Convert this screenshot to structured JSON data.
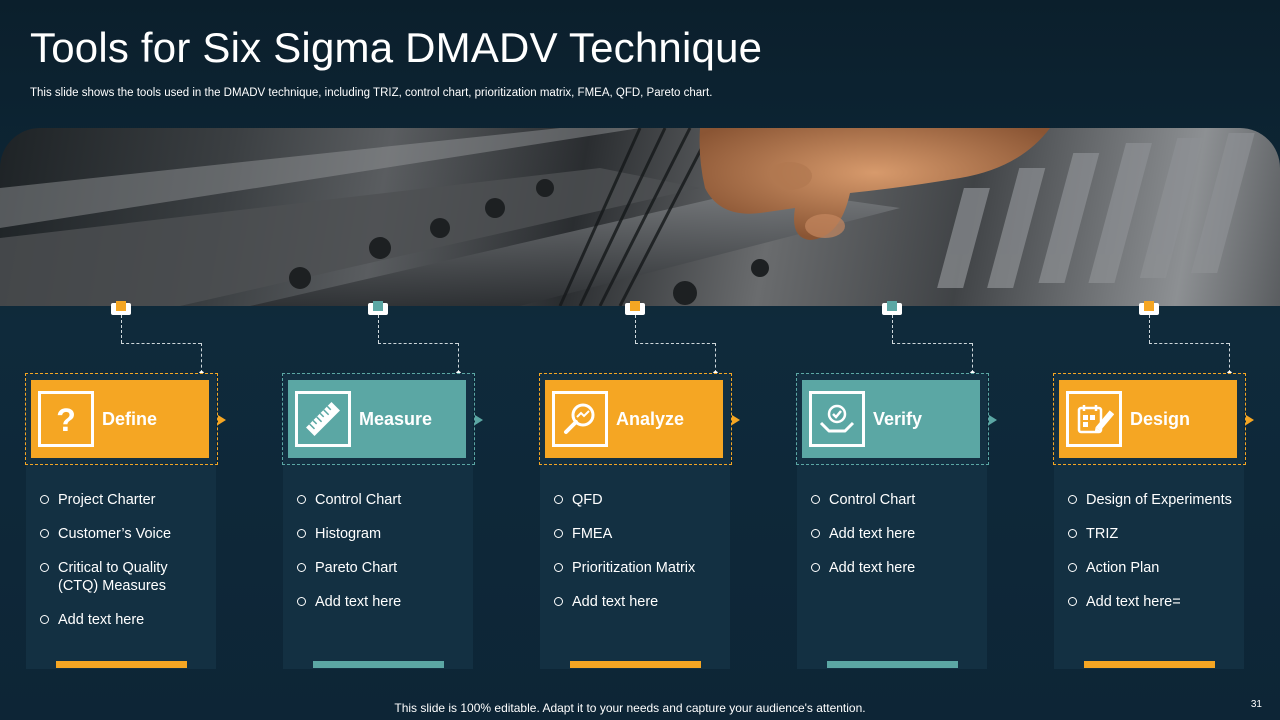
{
  "title": "Tools for Six Sigma DMADV Technique",
  "subtitle": "This slide shows the tools used in the DMADV  technique, including TRIZ, control chart, prioritization matrix, FMEA,  QFD, Pareto chart.",
  "colors": {
    "orange": "#f5a623",
    "teal": "#5ba7a4",
    "background": "#0f2a3b",
    "panel": "#133042"
  },
  "phases": [
    {
      "label": "Define",
      "icon": "question-icon",
      "color": "orange",
      "items": [
        "Project Charter",
        "Customer’s Voice",
        "Critical to Quality (CTQ) Measures",
        "Add text here"
      ]
    },
    {
      "label": "Measure",
      "icon": "ruler-icon",
      "color": "teal",
      "items": [
        "Control Chart",
        "Histogram",
        "Pareto Chart",
        "Add text here"
      ]
    },
    {
      "label": "Analyze",
      "icon": "magnifier-chart-icon",
      "color": "orange",
      "items": [
        "QFD",
        "FMEA",
        "Prioritization Matrix",
        "Add text here"
      ]
    },
    {
      "label": "Verify",
      "icon": "hand-check-icon",
      "color": "teal",
      "items": [
        "Control Chart",
        "Add text here",
        "Add text here"
      ]
    },
    {
      "label": "Design",
      "icon": "design-pencil-icon",
      "color": "orange",
      "items": [
        "Design of Experiments",
        "TRIZ",
        "Action Plan",
        "Add text here="
      ]
    }
  ],
  "footer": "This slide is 100% editable. Adapt it to your needs and capture your audience's attention.",
  "page_number": "31"
}
